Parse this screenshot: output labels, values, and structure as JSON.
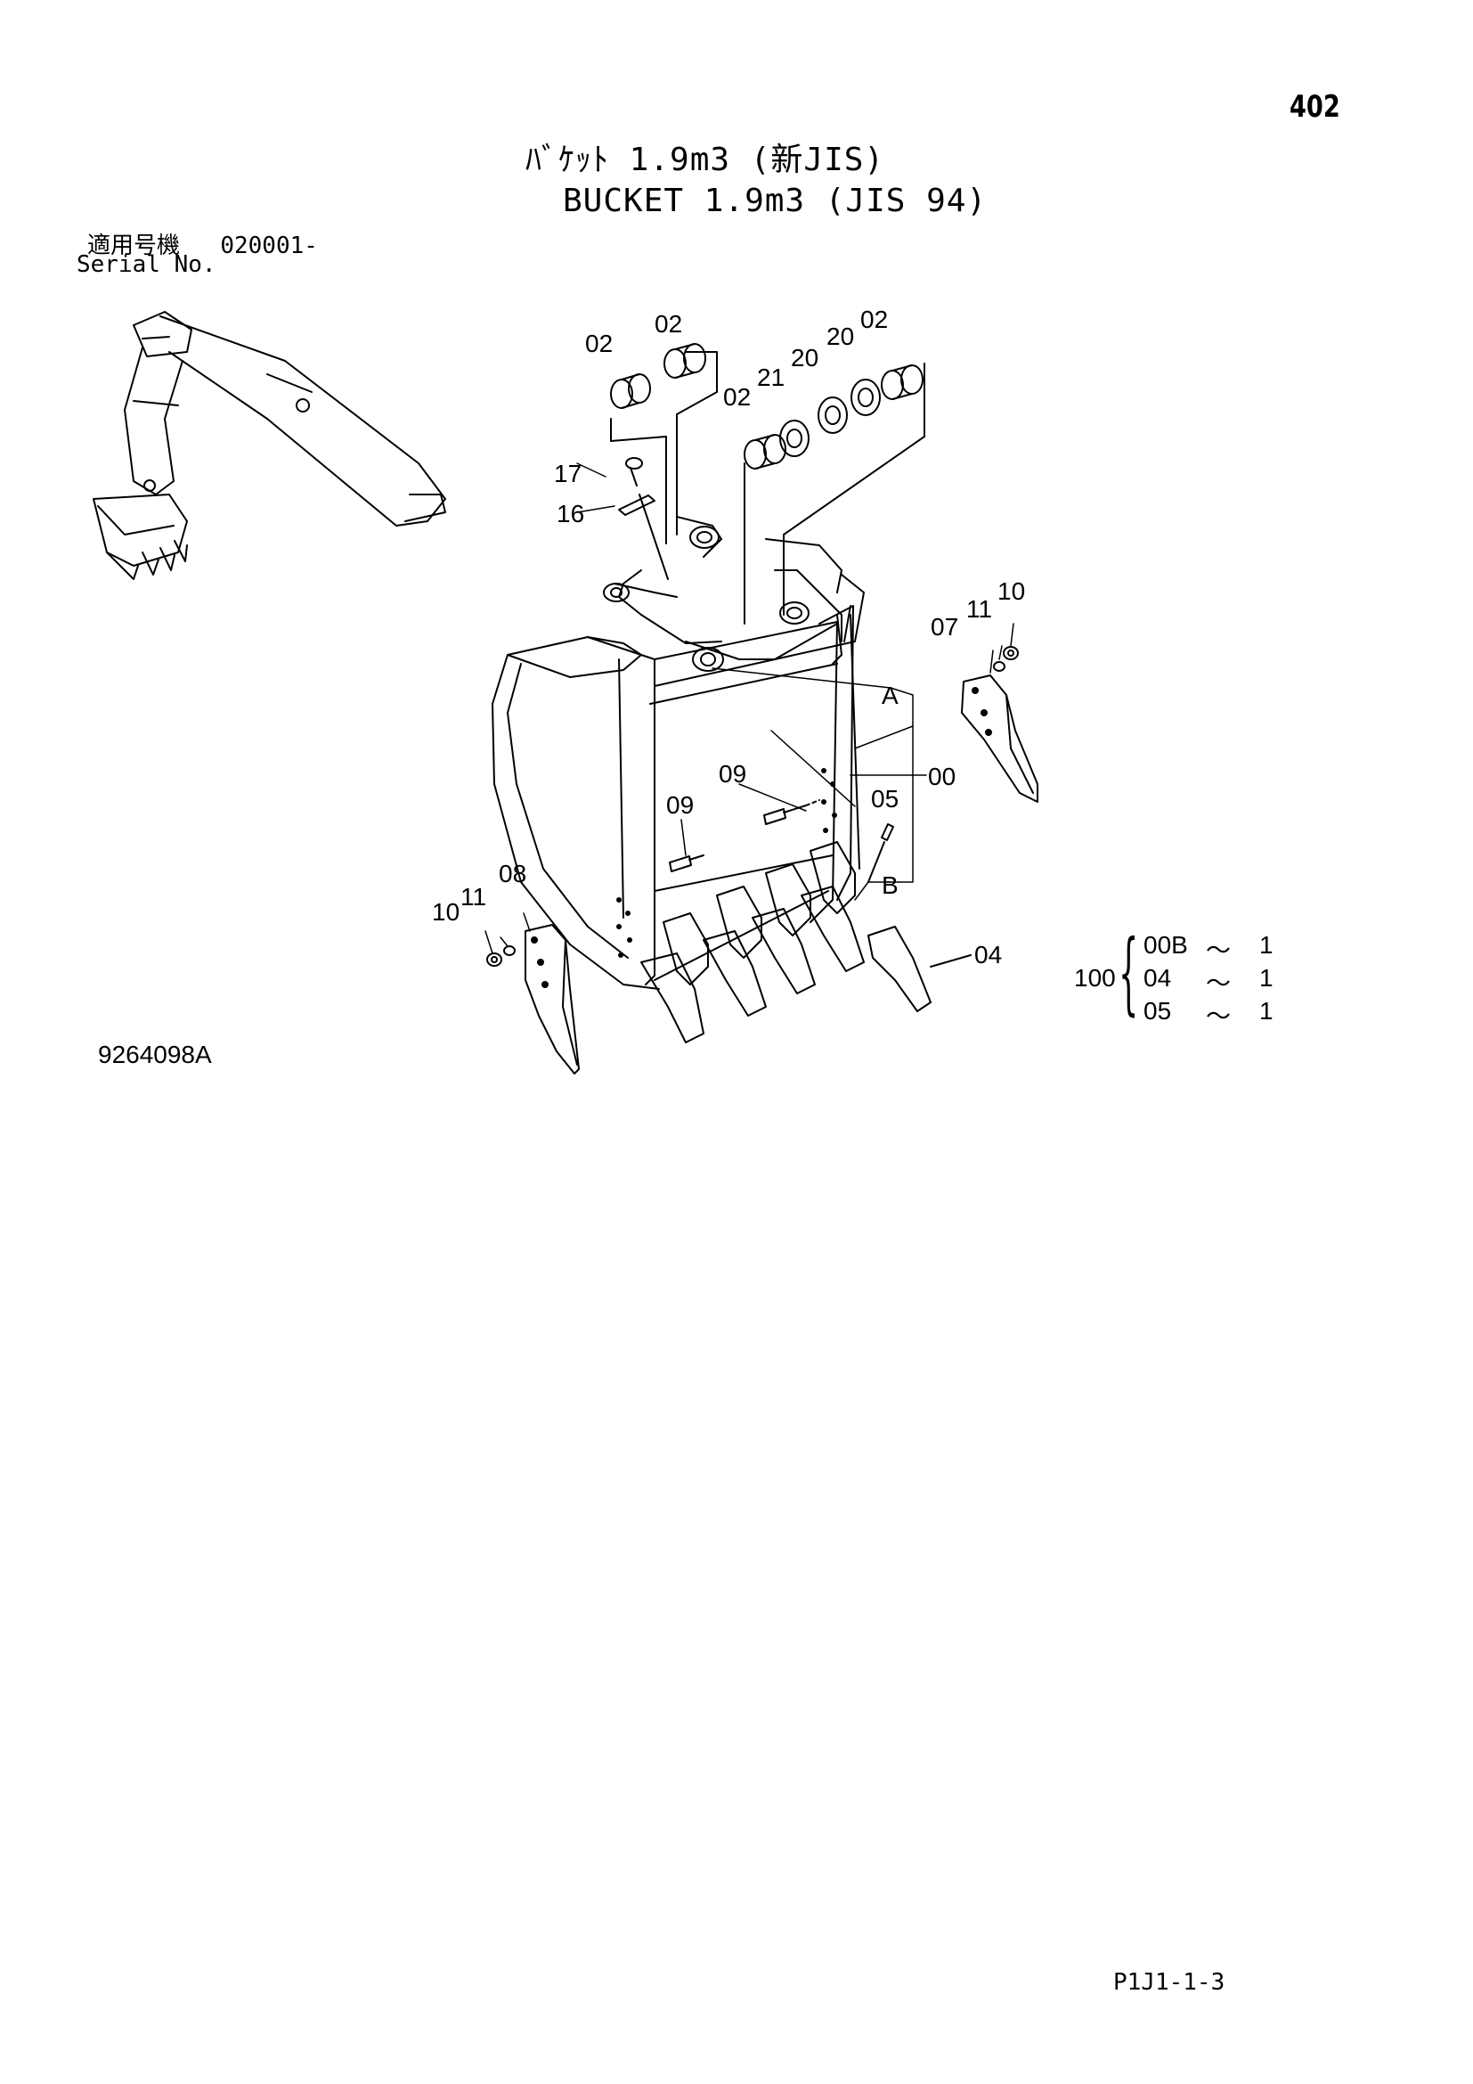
{
  "page_number": "402",
  "title_jp": "ﾊﾞｹｯﾄ 1.9m3 (新JIS)",
  "title_en": "BUCKET 1.9m3 (JIS 94)",
  "serial": {
    "label_jp": "適用号機",
    "value": "020001-",
    "label_en": "Serial No."
  },
  "figure_number": "9264098A",
  "page_code": "P1J1-1-3",
  "callouts": {
    "c02a": "02",
    "c02b": "02",
    "c02c": "02",
    "c02d": "02",
    "c21": "21",
    "c20a": "20",
    "c20b": "20",
    "c17": "17",
    "c16": "16",
    "c10a": "10",
    "c11a": "11",
    "c07": "07",
    "cA": "A",
    "c00": "00",
    "c09a": "09",
    "c09b": "09",
    "c05": "05",
    "cB": "B",
    "c08": "08",
    "c11b": "11",
    "c10b": "10",
    "c04": "04"
  },
  "quantity_table": {
    "parent": "100",
    "rows": [
      {
        "part": "00B",
        "tilde": "～",
        "count": "1"
      },
      {
        "part": "04",
        "tilde": "～",
        "count": "1"
      },
      {
        "part": "05",
        "tilde": "～",
        "count": "1"
      }
    ]
  }
}
